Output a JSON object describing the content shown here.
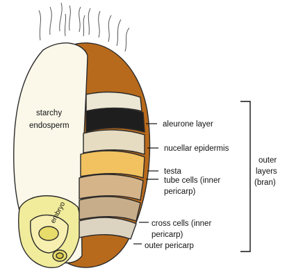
{
  "labels": {
    "endosperm_line1": "starchy",
    "endosperm_line2": "endosperm",
    "embryo": "embryo",
    "aleurone": "aleurone layer",
    "nucellar": "nucellar epidermis",
    "testa": "testa",
    "tube_line1": "tube cells (inner",
    "tube_line2": "pericarp)",
    "cross_line1": "cross cells (inner",
    "cross_line2": "pericarp)",
    "outer_pericarp": "outer pericarp",
    "bran_line1": "outer",
    "bran_line2": "layers",
    "bran_line3": "(bran)"
  },
  "colors": {
    "pericarp_brown": "#b86a1c",
    "pericarp_dark": "#8a4a10",
    "endosperm": "#fbf8ea",
    "embryo": "#f1ec9c",
    "aleurone": "#1e1e1e",
    "nucellar": "#e6dcc2",
    "testa": "#f2c261",
    "tube_cells": "#d6b48a",
    "cross_cells": "#c7ad8a",
    "outer_pericarp_band": "#ddd3c1"
  }
}
